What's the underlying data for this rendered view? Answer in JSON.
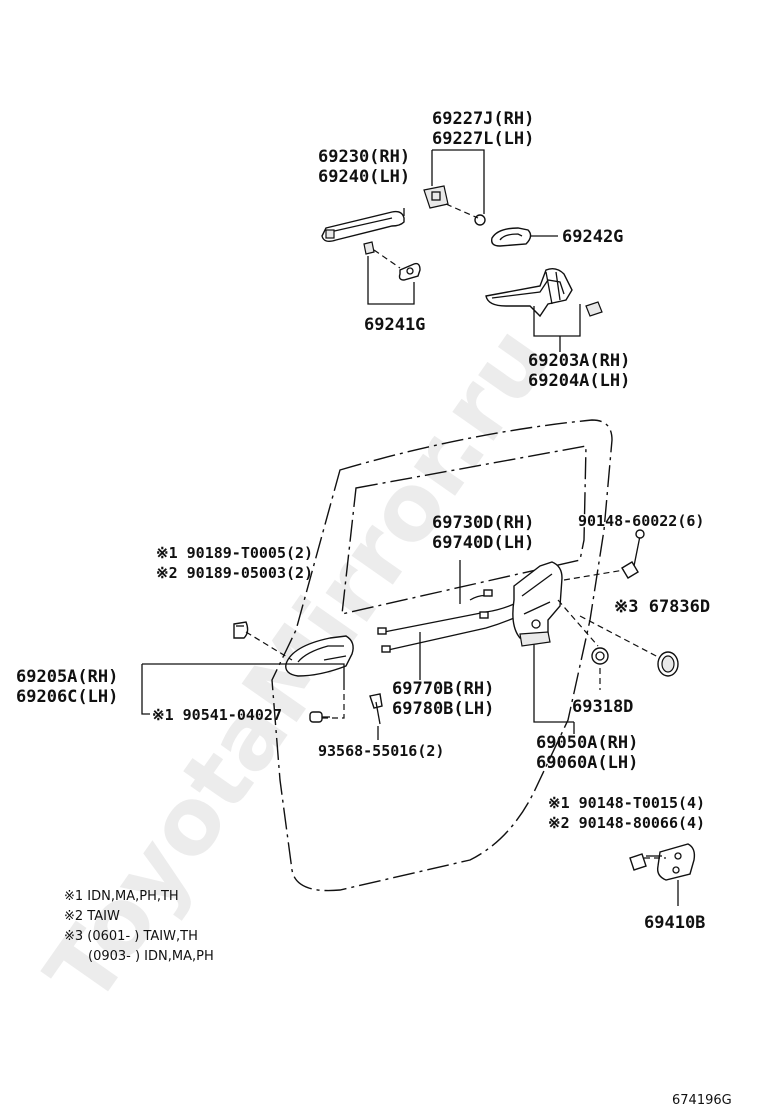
{
  "watermark": "ToyotaMirror.ru",
  "labels": {
    "p69227": [
      "69227J(RH)",
      "69227L(LH)"
    ],
    "p69230": [
      "69230(RH)",
      "69240(LH)"
    ],
    "p69242": "69242G",
    "p69241": "69241G",
    "p69203": [
      "69203A(RH)",
      "69204A(LH)"
    ],
    "p69730": [
      "69730D(RH)",
      "69740D(LH)"
    ],
    "p90148a": "90148-60022(6)",
    "p90189": [
      "※1 90189-T0005(2)",
      "※2 90189-05003(2)"
    ],
    "p67836": "※3 67836D",
    "p69205": [
      "69205A(RH)",
      "69206C(LH)"
    ],
    "p90541": "※1 90541-04027",
    "p69770": [
      "69770B(RH)",
      "69780B(LH)"
    ],
    "p69318": "69318D",
    "p93568": "93568-55016(2)",
    "p69050": [
      "69050A(RH)",
      "69060A(LH)"
    ],
    "p90148b": [
      "※1 90148-T0015(4)",
      "※2 90148-80066(4)"
    ],
    "p69410": "69410B"
  },
  "notes": [
    "※1 IDN,MA,PH,TH",
    "※2 TAIW",
    "※3 (0601-      ) TAIW,TH",
    "(0903-      ) IDN,MA,PH"
  ],
  "ref_code": "674196G"
}
